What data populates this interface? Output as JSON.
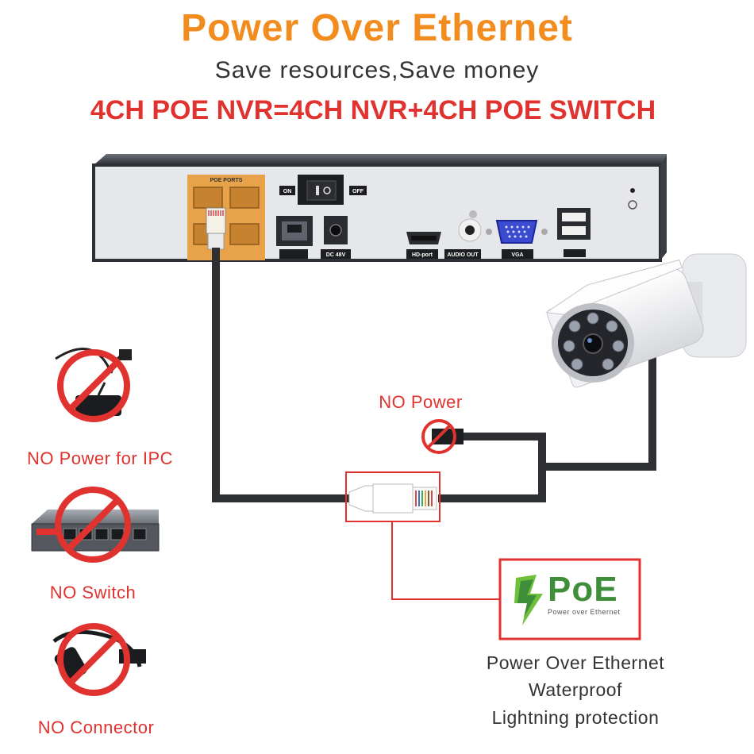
{
  "header": {
    "title": "Power Over Ethernet",
    "subtitle": "Save resources,Save money",
    "equation": "4CH POE NVR=4CH NVR+4CH POE SWITCH"
  },
  "nvr": {
    "poe_ports_label": "POE PORTS",
    "on_label": "ON",
    "off_label": "OFF",
    "dc_label": "DC 48V",
    "hd_port_label": "HD-port",
    "audio_label": "AUDIO OUT",
    "vga_label": "VGA"
  },
  "center": {
    "no_power_label": "NO Power"
  },
  "left_items": [
    {
      "label": "NO Power for IPC"
    },
    {
      "label": "NO Switch"
    },
    {
      "label": "NO Connector"
    }
  ],
  "poe_logo": {
    "text": "PoE",
    "tagline": "Power over Ethernet"
  },
  "features": [
    "Power Over Ethernet",
    "Waterproof",
    "Lightning protection"
  ],
  "colors": {
    "title_orange": "#f28c1e",
    "accent_red": "#e0322e",
    "poe_green": "#3f8f3a",
    "poe_ports_orange": "#e8a24a"
  }
}
